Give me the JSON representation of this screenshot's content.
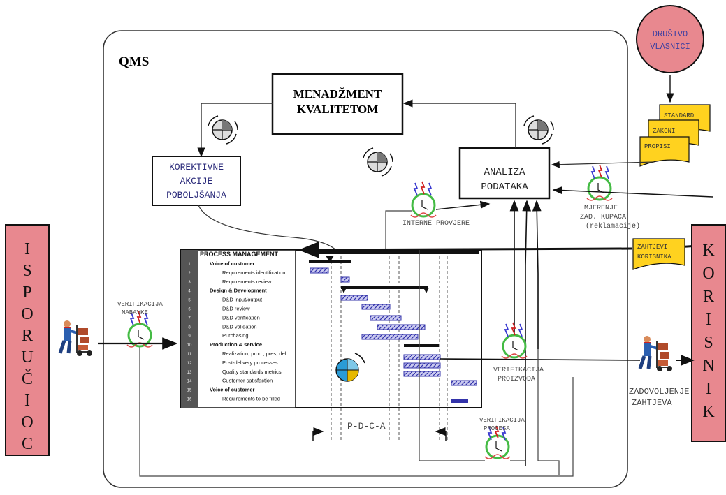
{
  "qms_label": "QMS",
  "menadzment": {
    "line1": "MENADŽMENT",
    "line2": "KVALITETOM"
  },
  "korektivne": {
    "line1": "KOREKTIVNE",
    "line2": "AKCIJE",
    "line3": "POBOLJŠANJA"
  },
  "analiza": {
    "line1": "ANALIZA",
    "line2": "PODATAKA"
  },
  "drustvo": {
    "line1": "DRUŠTVO",
    "line2": "VLASNICI"
  },
  "doc_stack": [
    "STANDARD",
    "ZAKONI",
    "PROPISI"
  ],
  "zahtjevi": {
    "line1": "ZAHTJEVI",
    "line2": "KORISNIKA"
  },
  "isporucioc": [
    "I",
    "S",
    "P",
    "O",
    "R",
    "U",
    "Č",
    "I",
    "O",
    "C"
  ],
  "korisnik": [
    "K",
    "O",
    "R",
    "I",
    "S",
    "N",
    "I",
    "K"
  ],
  "labels": {
    "interne": "INTERNE PROVJERE",
    "mjerenje1": "MJERENJE",
    "mjerenje2": "ZAD. KUPACA",
    "mjerenje3": "(reklamacije)",
    "verif_nabavke1": "VERIFIKACIJA",
    "verif_nabavke2": "NABAVKE",
    "verif_proizvoda1": "VERIFIKACIJA",
    "verif_proizvoda2": "PROIZVODA",
    "verif_procesa1": "VERIFIKACIJA",
    "verif_procesa2": "PROCESA",
    "zadovoljenje1": "ZADOVOLJENJE",
    "zadovoljenje2": "ZAHTJEVA",
    "pdca": "P-D-C-A"
  },
  "gantt": {
    "header": "PROCESS MANAGEMENT",
    "rows": [
      {
        "num": "1",
        "text": "Voice of customer",
        "bold": true
      },
      {
        "num": "2",
        "text": "Requirements identification",
        "bold": false
      },
      {
        "num": "3",
        "text": "Requirements review",
        "bold": false
      },
      {
        "num": "4",
        "text": "Design & Development",
        "bold": true
      },
      {
        "num": "5",
        "text": "D&D input/output",
        "bold": false
      },
      {
        "num": "6",
        "text": "D&D review",
        "bold": false
      },
      {
        "num": "7",
        "text": "D&D verification",
        "bold": false
      },
      {
        "num": "8",
        "text": "D&D validation",
        "bold": false
      },
      {
        "num": "9",
        "text": "Purchasing",
        "bold": false
      },
      {
        "num": "10",
        "text": "Production & service",
        "bold": true
      },
      {
        "num": "11",
        "text": "Realization, prod., pres, del",
        "bold": false
      },
      {
        "num": "12",
        "text": "Post-delivery processes",
        "bold": false
      },
      {
        "num": "13",
        "text": "Quality standards metrics",
        "bold": false
      },
      {
        "num": "14",
        "text": "Customer satisfaction",
        "bold": false
      },
      {
        "num": "15",
        "text": "Voice of customer",
        "bold": true
      },
      {
        "num": "16",
        "text": "Requirements to be filled",
        "bold": false
      }
    ]
  },
  "colors": {
    "pink": "#e8888f",
    "yellow": "#ffd21f",
    "green": "#44bb44",
    "gantt_blue": "#3333aa",
    "text_blue": "#2a2a7a"
  }
}
